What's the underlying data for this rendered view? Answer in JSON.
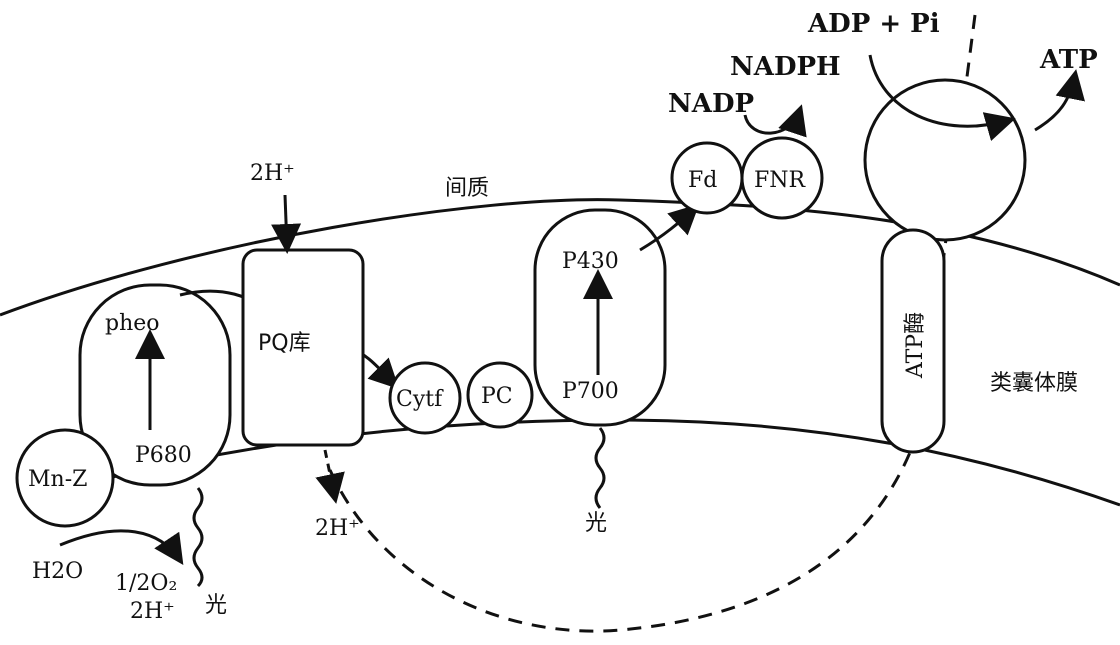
{
  "labels": {
    "stroma": "间质",
    "thylakoid_membrane": "类囊体膜",
    "pheo": "pheo",
    "p680": "P680",
    "mn_z": "Mn-Z",
    "pq_pool": "PQ库",
    "cytf": "Cytf",
    "pc": "PC",
    "p430": "P430",
    "p700": "P700",
    "fd": "Fd",
    "fnr": "FNR",
    "nadp": "NADP",
    "nadph": "NADPH",
    "atp_synthase": "ATP酶",
    "adp_pi": "ADP + Pi",
    "atp": "ATP",
    "h2o": "H2O",
    "half_o2": "1/2O₂",
    "two_h_plus_ps2": "2H⁺",
    "two_h_plus_top": "2H⁺",
    "two_h_plus_bottom": "2H⁺",
    "light_ps2": "光",
    "light_ps1": "光"
  },
  "colors": {
    "ink": "#111111",
    "paper": "#ffffff"
  }
}
